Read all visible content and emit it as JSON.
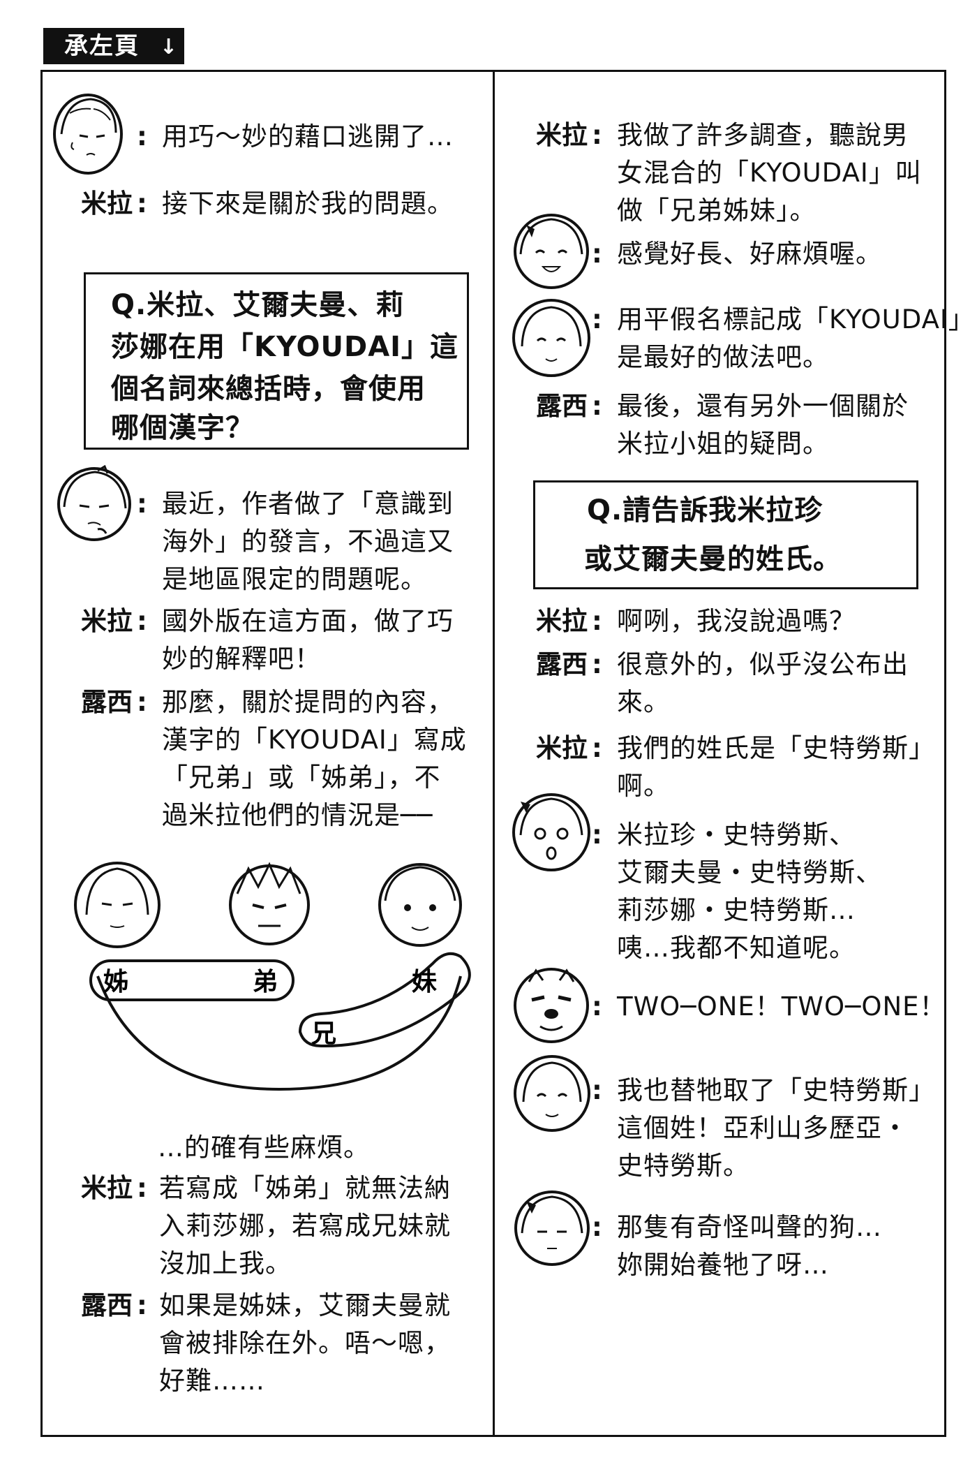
{
  "header": {
    "tag": "承左頁",
    "arrow": "↓"
  },
  "left": {
    "d1": {
      "colon": ":",
      "lines": [
        "用巧～妙的藉口逃開了…"
      ]
    },
    "d2": {
      "speaker": "米拉",
      "colon": ":",
      "lines": [
        "接下來是關於我的問題。"
      ]
    },
    "q1": {
      "lines": [
        "Q.米拉、艾爾夫曼、莉",
        "莎娜在用「KYOUDAI」這",
        "個名詞來總括時，會使用",
        "哪個漢字？"
      ]
    },
    "d3": {
      "colon": ":",
      "lines": [
        "最近，作者做了「意識到",
        "海外」的發言，不過這又",
        "是地區限定的問題呢。"
      ]
    },
    "d4": {
      "speaker": "米拉",
      "colon": ":",
      "lines": [
        "國外版在這方面，做了巧",
        "妙的解釋吧！"
      ]
    },
    "d5": {
      "speaker": "露西",
      "colon": ":",
      "lines": [
        "那麼，關於提問的內容，",
        "漢字的「KYOUDAI」寫成",
        "「兄弟」或「姊弟」，不",
        "過米拉他們的情況是──"
      ]
    },
    "diagram": {
      "labels": [
        "姊",
        "弟",
        "妹",
        "兄"
      ]
    },
    "d6": {
      "lines": [
        "…的確有些麻煩。"
      ]
    },
    "d7": {
      "speaker": "米拉",
      "colon": ":",
      "lines": [
        "若寫成「姊弟」就無法納",
        "入莉莎娜，若寫成兄妹就",
        "沒加上我。"
      ]
    },
    "d8": {
      "speaker": "露西",
      "colon": ":",
      "lines": [
        "如果是姊妹，艾爾夫曼就",
        "會被排除在外。唔～嗯，",
        "好難……"
      ]
    }
  },
  "right": {
    "r1": {
      "speaker": "米拉",
      "colon": ":",
      "lines": [
        "我做了許多調查，聽說男",
        "女混合的「KYOUDAI」叫",
        "做「兄弟姊妹」。"
      ]
    },
    "r2": {
      "colon": ":",
      "lines": [
        "感覺好長、好麻煩喔。"
      ]
    },
    "r3": {
      "colon": ":",
      "lines": [
        "用平假名標記成「KYOUDAI」",
        "是最好的做法吧。"
      ]
    },
    "r4": {
      "speaker": "露西",
      "colon": ":",
      "lines": [
        "最後，還有另外一個關於",
        "米拉小姐的疑問。"
      ]
    },
    "q2": {
      "lines": [
        "Q.請告訴我米拉珍",
        "或艾爾夫曼的姓氏。"
      ]
    },
    "r5": {
      "speaker": "米拉",
      "colon": ":",
      "lines": [
        "啊咧，我沒說過嗎？"
      ]
    },
    "r6": {
      "speaker": "露西",
      "colon": ":",
      "lines": [
        "很意外的，似乎沒公布出",
        "來。"
      ]
    },
    "r7": {
      "speaker": "米拉",
      "colon": ":",
      "lines": [
        "我們的姓氏是「史特勞斯」",
        "啊。"
      ]
    },
    "r8": {
      "colon": ":",
      "lines": [
        "米拉珍・史特勞斯、",
        "艾爾夫曼・史特勞斯、",
        "莉莎娜・史特勞斯…",
        "咦…我都不知道呢。"
      ]
    },
    "r9": {
      "colon": ":",
      "lines": [
        "TWO─ONE！TWO─ONE！"
      ]
    },
    "r10": {
      "colon": ":",
      "lines": [
        "我也替牠取了「史特勞斯」",
        "這個姓！亞利山多歷亞・",
        "史特勞斯。"
      ]
    },
    "r11": {
      "colon": ":",
      "lines": [
        "那隻有奇怪叫聲的狗…",
        "妳開始養牠了呀…"
      ]
    }
  }
}
